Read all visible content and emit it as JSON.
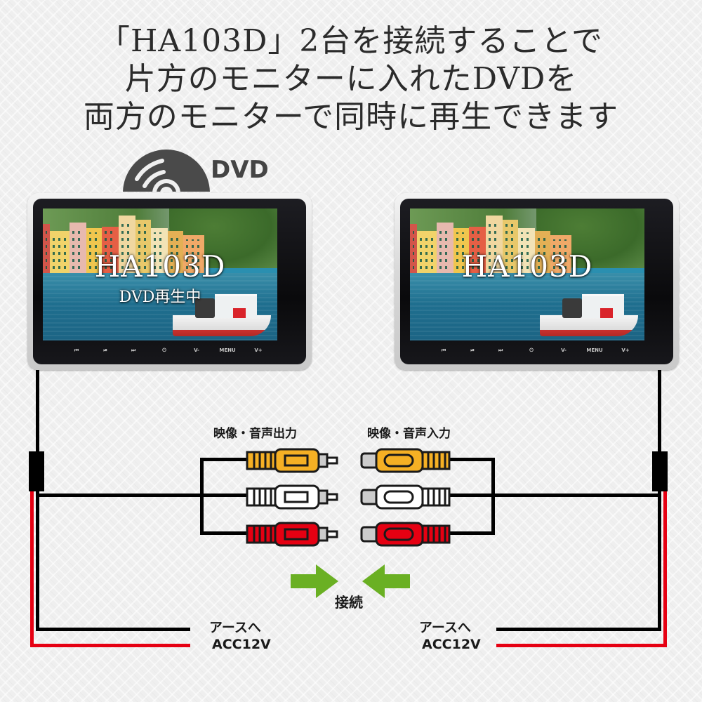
{
  "headline": {
    "lines": [
      "「HA103D」2台を接続することで",
      "片方のモニターに入れたDVDを",
      "両方のモニターで同時に再生できます"
    ]
  },
  "disc": {
    "icon": "dvd-disc-icon",
    "label": "DVD",
    "color": "#4a4a4a"
  },
  "monitors": [
    {
      "model": "HA103D",
      "status": "DVD再生中",
      "controls": [
        "⏮",
        "⏯",
        "⏭",
        "⏻",
        "V-",
        "MENU",
        "V+"
      ]
    },
    {
      "model": "HA103D",
      "status": "",
      "controls": [
        "⏮",
        "⏯",
        "⏭",
        "⏻",
        "V-",
        "MENU",
        "V+"
      ]
    }
  ],
  "connectors": {
    "output_label": "映像・音声出力",
    "input_label": "映像・音声入力",
    "plug_colors": [
      "#f5b024",
      "#ffffff",
      "#e60012"
    ],
    "plug_names": [
      "video-yellow",
      "audio-white",
      "audio-red"
    ]
  },
  "connect": {
    "label": "接続",
    "arrow_color": "#6ab023"
  },
  "power": {
    "ground_label": "アースへ",
    "acc_label": "ACC12V",
    "ground_color": "#000000",
    "acc_color": "#e60012"
  }
}
